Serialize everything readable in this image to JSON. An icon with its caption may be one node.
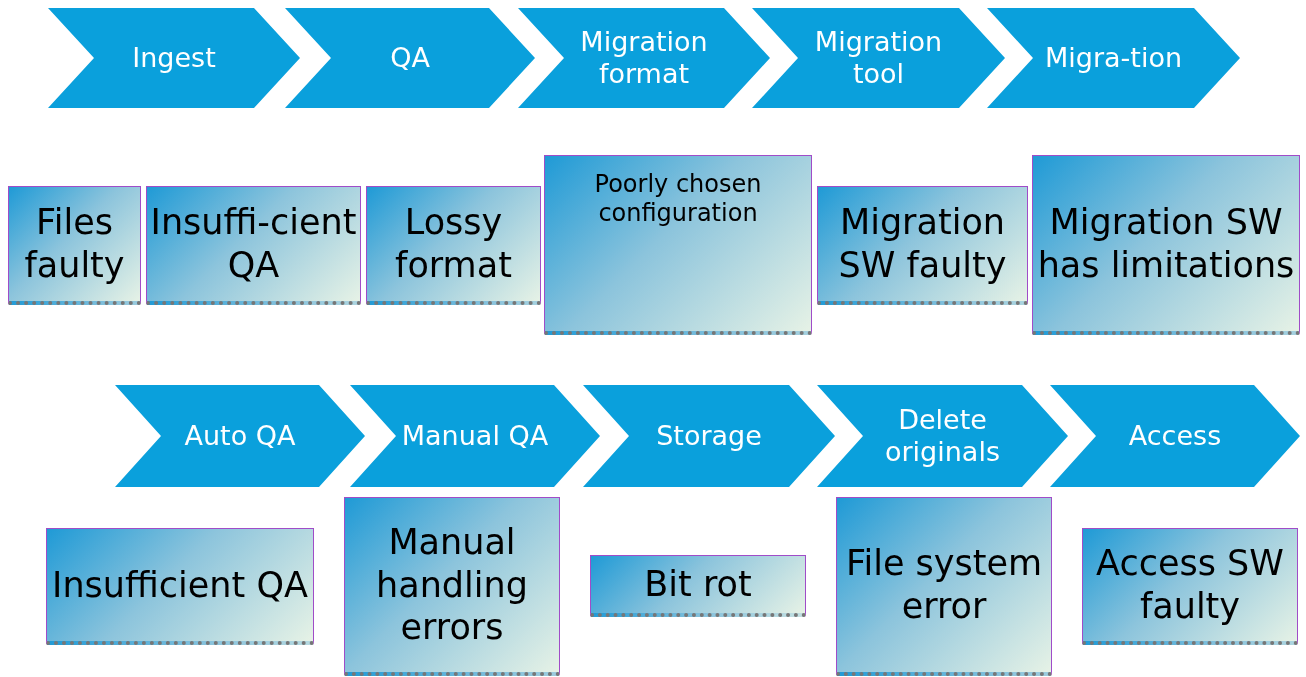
{
  "diagram": {
    "nodes": [
      {
        "text": [
          "Ingest"
        ]
      },
      {
        "text": [
          "QA"
        ]
      },
      {
        "text": [
          "Migration format"
        ]
      },
      {
        "text": [
          "Migration tool"
        ]
      },
      {
        "text": [
          "Migra-tion"
        ]
      },
      {
        "text": [
          "Files faulty"
        ]
      },
      {
        "text": [
          "Insuffi-cient QA"
        ]
      },
      {
        "text": [
          "Lossy format"
        ]
      },
      {
        "text": [
          "Poorly chosen configuration"
        ]
      },
      {
        "text": [
          "Migration SW faulty"
        ]
      },
      {
        "text": [
          "Migration SW has limitations"
        ]
      },
      {
        "text": [
          "Auto QA"
        ]
      },
      {
        "text": [
          "Manual QA"
        ]
      },
      {
        "text": [
          "Storage"
        ]
      },
      {
        "text": [
          "Delete originals"
        ]
      },
      {
        "text": [
          "Access"
        ]
      },
      {
        "text": [
          "Insufficient QA"
        ]
      },
      {
        "text": [
          "Manual handling errors"
        ]
      },
      {
        "text": [
          "Bit rot"
        ]
      },
      {
        "text": [
          "File system error"
        ]
      },
      {
        "text": [
          "Access SW faulty"
        ]
      }
    ]
  }
}
